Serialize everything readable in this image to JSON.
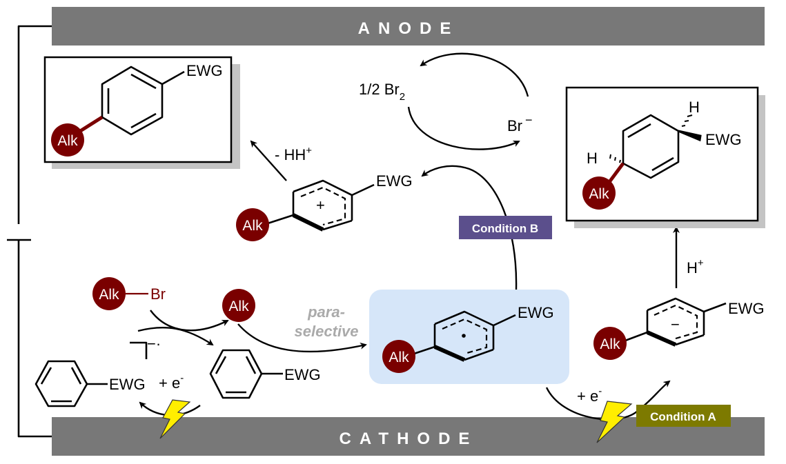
{
  "electrodes": {
    "anode": "ANODE",
    "cathode": "CATHODE"
  },
  "colors": {
    "electrode": "#787878",
    "alk": "#7a0000",
    "radical_box": "#d6e6f9",
    "condition_a": "#7d7a00",
    "condition_b": "#5b4f8c",
    "bolt": "#ffee00"
  },
  "labels": {
    "alk": "Alk",
    "ewg": "EWG",
    "br": "Br",
    "h": "H",
    "half_br2": "1/2 Br",
    "sub2": "2",
    "br_minus": "Br",
    "minus": "−",
    "minus_hh": "- HH",
    "plus_sup": "+",
    "h_plus": "H",
    "plus_e": "+ e",
    "e_sup": "-",
    "para": "para-",
    "selective": "selective",
    "condition_a": "Condition A",
    "condition_b": "Condition B",
    "radical_anion_charge": "−·",
    "radical_dot": "•"
  }
}
